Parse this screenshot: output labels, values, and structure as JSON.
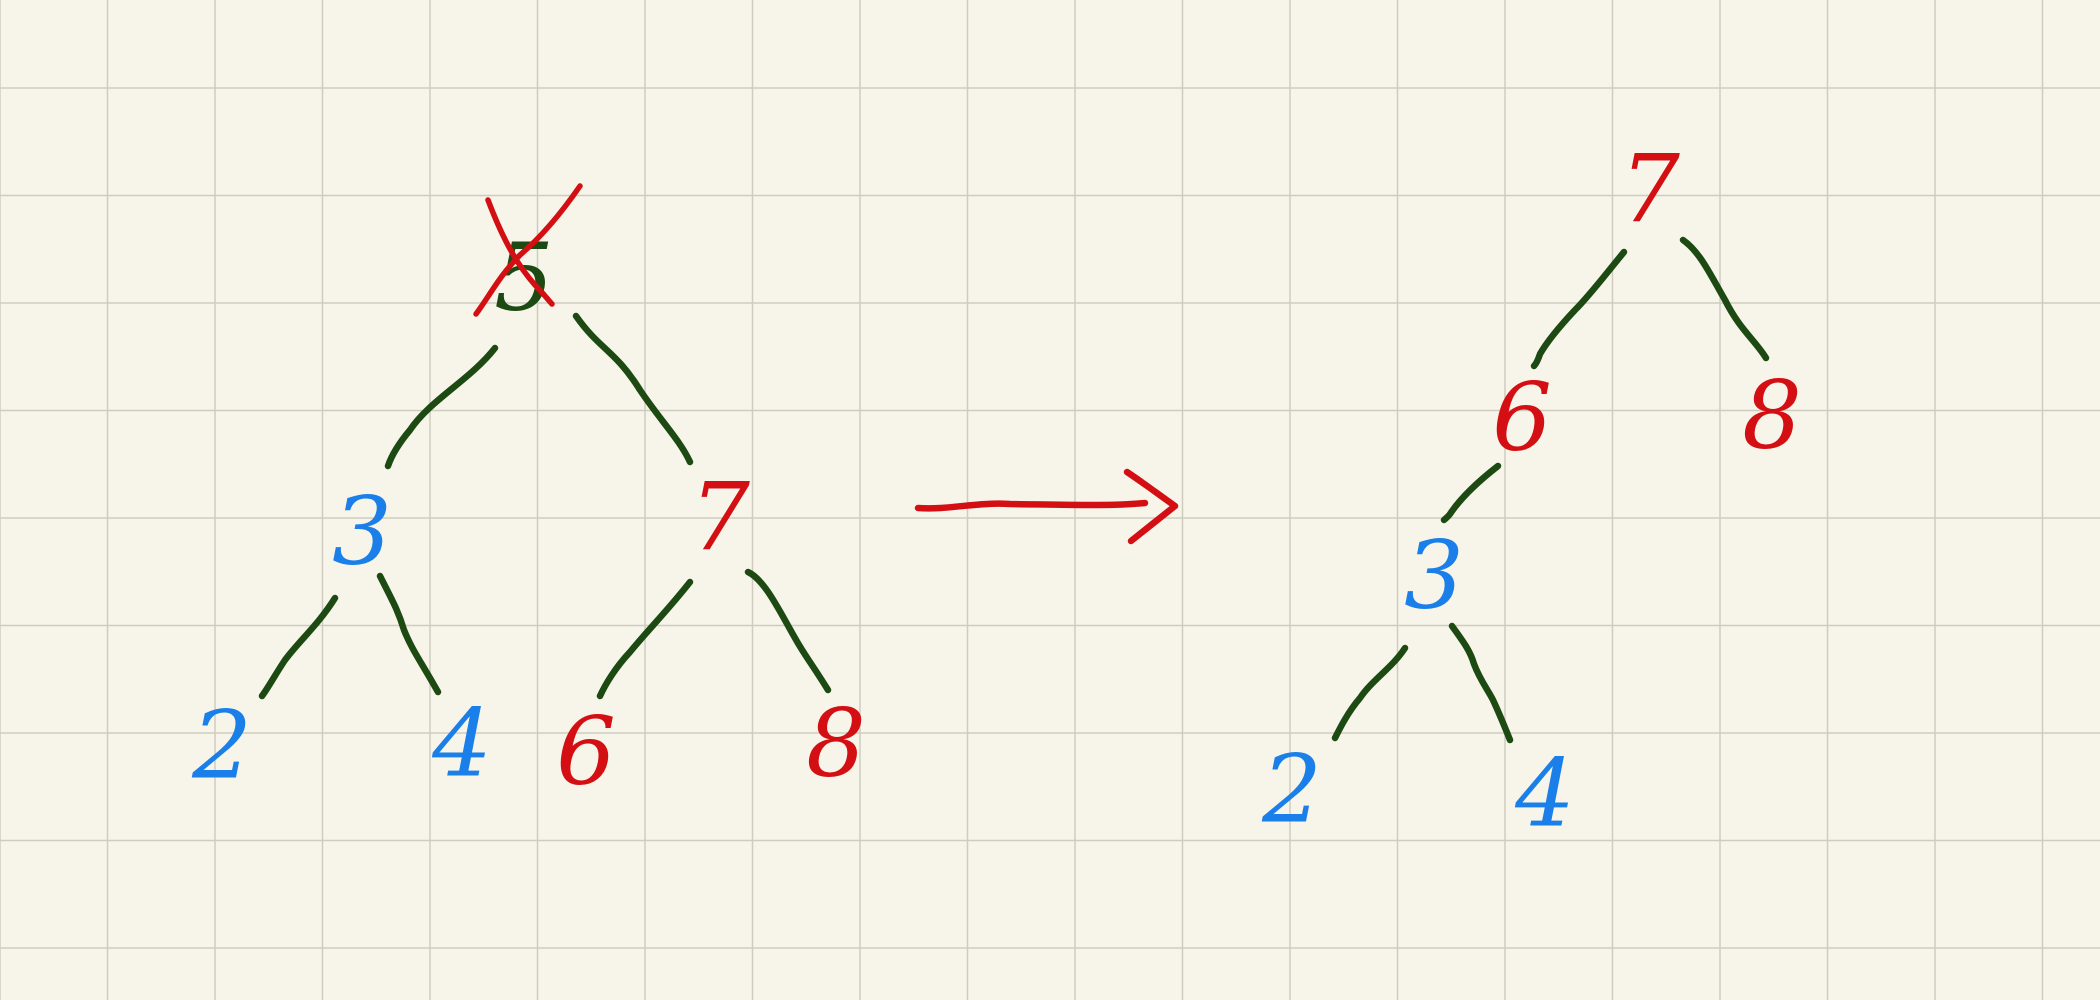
{
  "colors": {
    "background": "#f7f5ea",
    "grid": "#cfccbf",
    "edge": "#1d4a12",
    "node_blue": "#1a7fe8",
    "node_red": "#d40f14",
    "arrow": "#d40f14",
    "cross": "#d40f14"
  },
  "before_tree": {
    "root": {
      "label": "5",
      "color": "edge",
      "deleted": true
    },
    "nodes": [
      {
        "label": "3",
        "color": "node_blue"
      },
      {
        "label": "7",
        "color": "node_red"
      },
      {
        "label": "2",
        "color": "node_blue"
      },
      {
        "label": "4",
        "color": "node_blue"
      },
      {
        "label": "6",
        "color": "node_red"
      },
      {
        "label": "8",
        "color": "node_red"
      }
    ]
  },
  "arrow": {
    "direction": "right"
  },
  "after_tree": {
    "nodes": [
      {
        "label": "7",
        "color": "node_red"
      },
      {
        "label": "6",
        "color": "node_red"
      },
      {
        "label": "8",
        "color": "node_red"
      },
      {
        "label": "3",
        "color": "node_blue"
      },
      {
        "label": "2",
        "color": "node_blue"
      },
      {
        "label": "4",
        "color": "node_blue"
      }
    ]
  }
}
